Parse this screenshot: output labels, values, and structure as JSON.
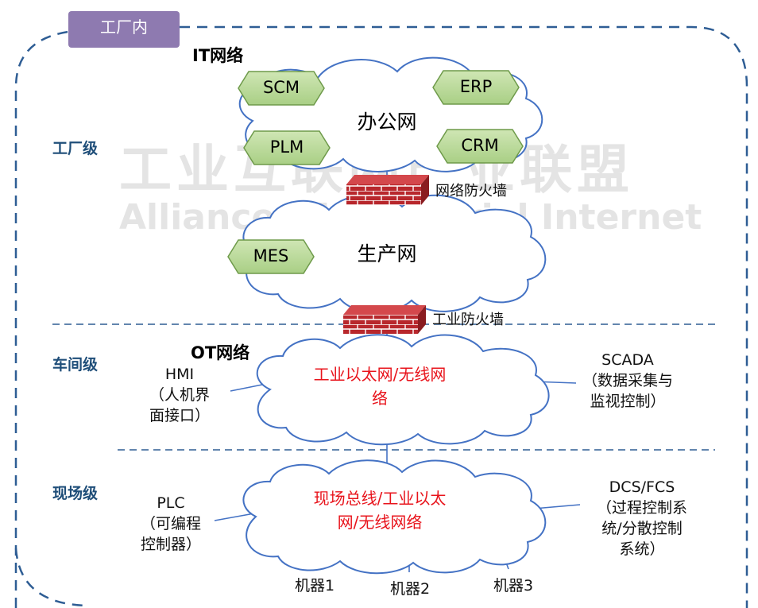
{
  "scope_tab": "工厂内",
  "watermark": {
    "cn": "工业互联网产业联盟",
    "en": "Alliance of Industrial Internet"
  },
  "sections": {
    "it": "IT网络",
    "ot": "OT网络"
  },
  "levels": {
    "factory": "工厂级",
    "workshop": "车间级",
    "field": "现场级"
  },
  "it_network": {
    "cloud": "办公网",
    "systems": [
      "SCM",
      "ERP",
      "PLM",
      "CRM"
    ]
  },
  "firewalls": {
    "network": "网络防火墙",
    "industrial": "工业防火墙"
  },
  "production_network": {
    "cloud": "生产网",
    "systems": [
      "MES"
    ]
  },
  "workshop_network": {
    "cloud_lines": [
      "工业以太网/无线网",
      "络"
    ],
    "left_lines": [
      "HMI",
      "（人机界",
      "面接口）"
    ],
    "right_lines": [
      "SCADA",
      "（数据采集与",
      "监视控制）"
    ]
  },
  "field_network": {
    "cloud_lines": [
      "现场总线/工业以太",
      "网/无线网络"
    ],
    "left_lines": [
      "PLC",
      "（可编程",
      "控制器）"
    ],
    "right_lines": [
      "DCS/FCS",
      "（过程控制系",
      "统/分散控制",
      "系统）"
    ]
  },
  "machines": [
    "机器1",
    "机器2",
    "机器3"
  ],
  "colors": {
    "tab": "#8e7ab0",
    "cloud_stroke": "#4472c4",
    "hexagon_fill": "#b9d89a",
    "hexagon_stroke": "#6e9a4a",
    "firewall": "#b8272c",
    "level_text": "#1f4e79",
    "dashed_line": "#2e5d94",
    "highlight_text": "#e8141c"
  }
}
